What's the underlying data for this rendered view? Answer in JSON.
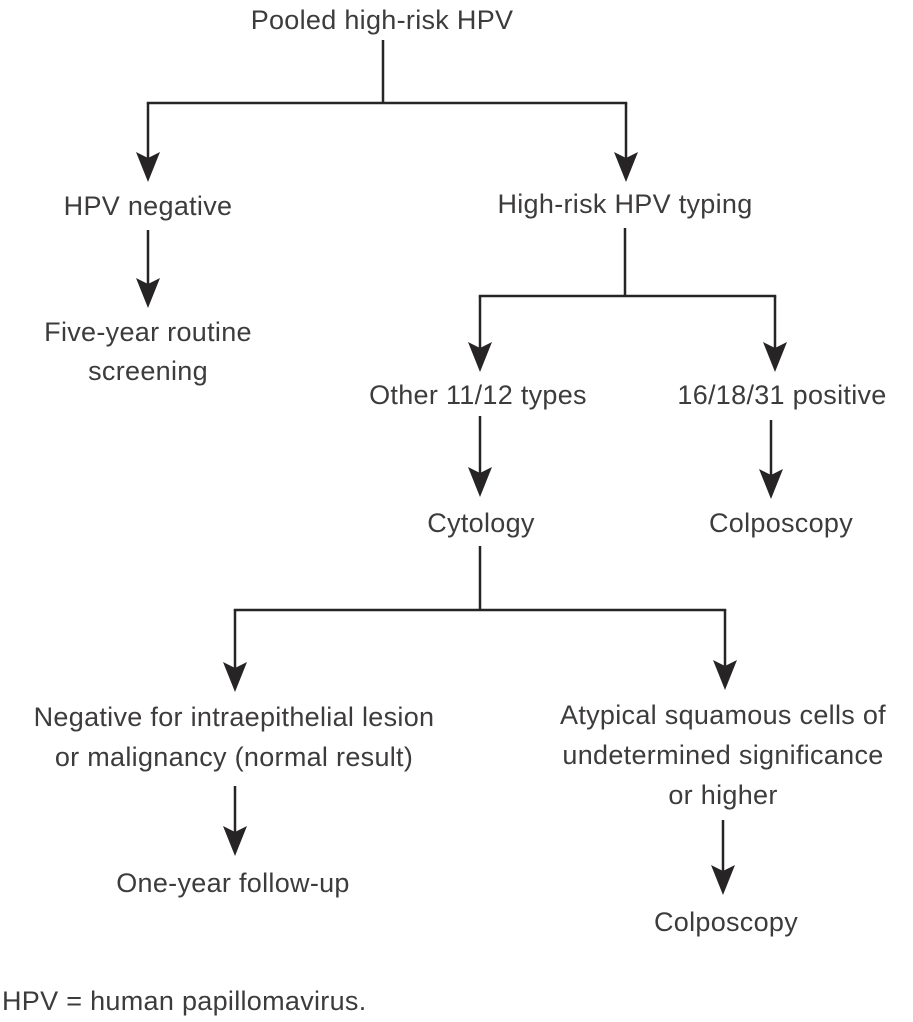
{
  "nodes": {
    "pooled": {
      "label": "Pooled high-risk HPV"
    },
    "hpv_negative": {
      "label": "HPV negative"
    },
    "five_year_screening": {
      "line1": "Five-year routine",
      "line2": "screening"
    },
    "hpv_typing": {
      "label": "High-risk HPV typing"
    },
    "other_types": {
      "label": "Other 11/12 types"
    },
    "positive_types": {
      "label": "16/18/31 positive"
    },
    "cytology": {
      "label": "Cytology"
    },
    "colposcopy_after_typing": {
      "label": "Colposcopy"
    },
    "negative_lesion": {
      "line1": "Negative for intraepithelial lesion",
      "line2": "or malignancy (normal result)"
    },
    "atypical_cells": {
      "line1": "Atypical squamous cells of",
      "line2": "undetermined significance",
      "line3": "or higher"
    },
    "one_year_followup": {
      "label": "One-year follow-up"
    },
    "colposcopy_after_cytology": {
      "label": "Colposcopy"
    }
  },
  "footnote": "HPV = human papillomavirus.",
  "colors": {
    "line": "#272425",
    "text": "#3d3b3c",
    "background": "#ffffff"
  }
}
